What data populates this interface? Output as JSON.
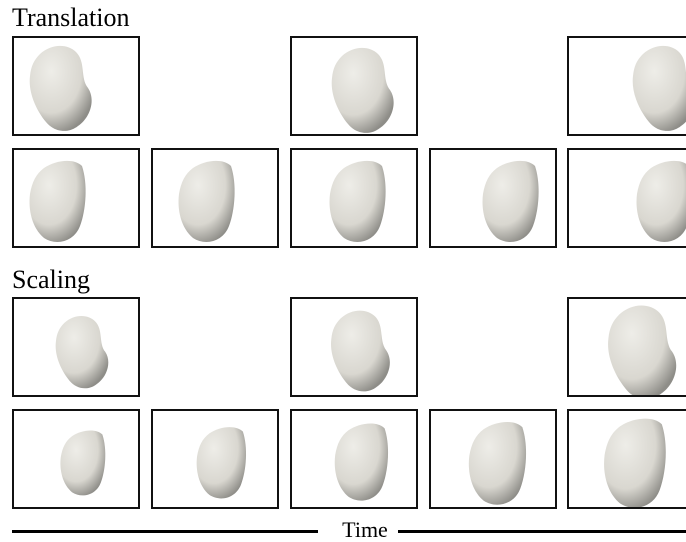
{
  "sections": [
    {
      "title": "Translation",
      "rows": [
        {
          "frames": [
            {
              "visible": true,
              "shape": "bumpy"
            },
            {
              "visible": false,
              "shape": "bumpy"
            },
            {
              "visible": true,
              "shape": "bumpy"
            },
            {
              "visible": false,
              "shape": "bumpy"
            },
            {
              "visible": true,
              "shape": "bumpy"
            }
          ]
        },
        {
          "frames": [
            {
              "visible": true,
              "shape": "smooth"
            },
            {
              "visible": true,
              "shape": "smooth"
            },
            {
              "visible": true,
              "shape": "smooth"
            },
            {
              "visible": true,
              "shape": "smooth"
            },
            {
              "visible": true,
              "shape": "smooth"
            }
          ]
        }
      ]
    },
    {
      "title": "Scaling",
      "rows": [
        {
          "frames": [
            {
              "visible": true,
              "shape": "bumpy"
            },
            {
              "visible": false,
              "shape": "bumpy"
            },
            {
              "visible": true,
              "shape": "bumpy"
            },
            {
              "visible": false,
              "shape": "bumpy"
            },
            {
              "visible": true,
              "shape": "bumpy"
            }
          ]
        },
        {
          "frames": [
            {
              "visible": true,
              "shape": "smooth"
            },
            {
              "visible": true,
              "shape": "smooth"
            },
            {
              "visible": true,
              "shape": "smooth"
            },
            {
              "visible": true,
              "shape": "smooth"
            },
            {
              "visible": true,
              "shape": "smooth"
            }
          ]
        }
      ]
    }
  ],
  "time_label": "Time",
  "colors": {
    "shape_fill": "#d9d7d0",
    "shape_highlight": "#eeede8",
    "shape_shadow": "#8e8d88",
    "frame_border": "#111111"
  }
}
